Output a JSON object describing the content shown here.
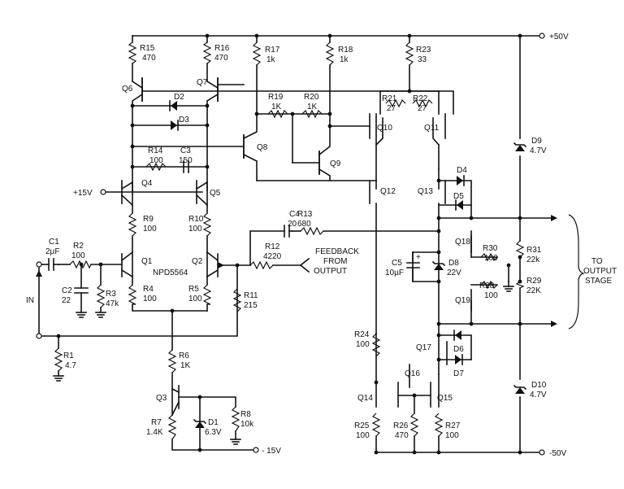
{
  "rails": {
    "pos50": "+50V",
    "neg50": "-50V",
    "pos15": "+15V",
    "neg15": "- 15V"
  },
  "labels": {
    "in": "IN",
    "feedback": [
      "FEEDBACK",
      "FROM",
      "OUTPUT"
    ],
    "to_output": [
      "TO",
      "OUTPUT",
      "STAGE"
    ],
    "npd": "NPD5564"
  },
  "resistors": {
    "R15": [
      "R15",
      "470"
    ],
    "R16": [
      "R16",
      "470"
    ],
    "R17": [
      "R17",
      "1k"
    ],
    "R18": [
      "R18",
      "1k"
    ],
    "R23": [
      "R23",
      "33"
    ],
    "R19": [
      "R19",
      "1K"
    ],
    "R20": [
      "R20",
      "1K"
    ],
    "R21": [
      "R21",
      "27"
    ],
    "R22": [
      "R22",
      "27"
    ],
    "R14": [
      "R14",
      "100"
    ],
    "R9": [
      "R9",
      "100"
    ],
    "R10": [
      "R10",
      "100"
    ],
    "R2": [
      "R2",
      "100"
    ],
    "R3": [
      "R3",
      "47k"
    ],
    "R4": [
      "R4",
      "100"
    ],
    "R5": [
      "R5",
      "100"
    ],
    "R12": [
      "R12",
      "4220"
    ],
    "R13": [
      "R13",
      "680"
    ],
    "R11": [
      "R11",
      "215"
    ],
    "R1": [
      "R1",
      "4.7"
    ],
    "R6": [
      "R6",
      "1K"
    ],
    "R7": [
      "R7",
      "1.4K"
    ],
    "R8": [
      "R8",
      "10k"
    ],
    "R24": [
      "R24",
      "100"
    ],
    "R25": [
      "R25",
      "100"
    ],
    "R26": [
      "R26",
      "470"
    ],
    "R27": [
      "R27",
      "100"
    ],
    "R30": [
      "R30",
      "100"
    ],
    "R28": [
      "R28",
      "100"
    ],
    "R31": [
      "R31",
      "22k"
    ],
    "R29": [
      "R29",
      "22K"
    ]
  },
  "capacitors": {
    "C1": [
      "C1",
      "2µF"
    ],
    "C2": [
      "C2",
      "22"
    ],
    "C3": [
      "C3",
      "150"
    ],
    "C4": [
      "C4",
      "20"
    ],
    "C5": [
      "C5",
      "10µF"
    ]
  },
  "diodes": {
    "D2": "D2",
    "D3": "D3",
    "D4": "D4",
    "D5": "D5",
    "D6": "D6",
    "D7": "D7",
    "D1": [
      "D1",
      "6.3V"
    ],
    "D8": [
      "D8",
      "22V"
    ],
    "D9": [
      "D9",
      "4.7V"
    ],
    "D10": [
      "D10",
      "4.7V"
    ]
  },
  "transistors": {
    "Q1": "Q1",
    "Q2": "Q2",
    "Q3": "Q3",
    "Q4": "Q4",
    "Q5": "Q5",
    "Q6": "Q6",
    "Q7": "Q7",
    "Q8": "Q8",
    "Q9": "Q9",
    "Q10": "Q10",
    "Q11": "Q11",
    "Q12": "Q12",
    "Q13": "Q13",
    "Q14": "Q14",
    "Q15": "Q15",
    "Q16": "Q16",
    "Q17": "Q17",
    "Q18": "Q18",
    "Q19": "Q19"
  },
  "symbols": {
    "plus": "+"
  }
}
